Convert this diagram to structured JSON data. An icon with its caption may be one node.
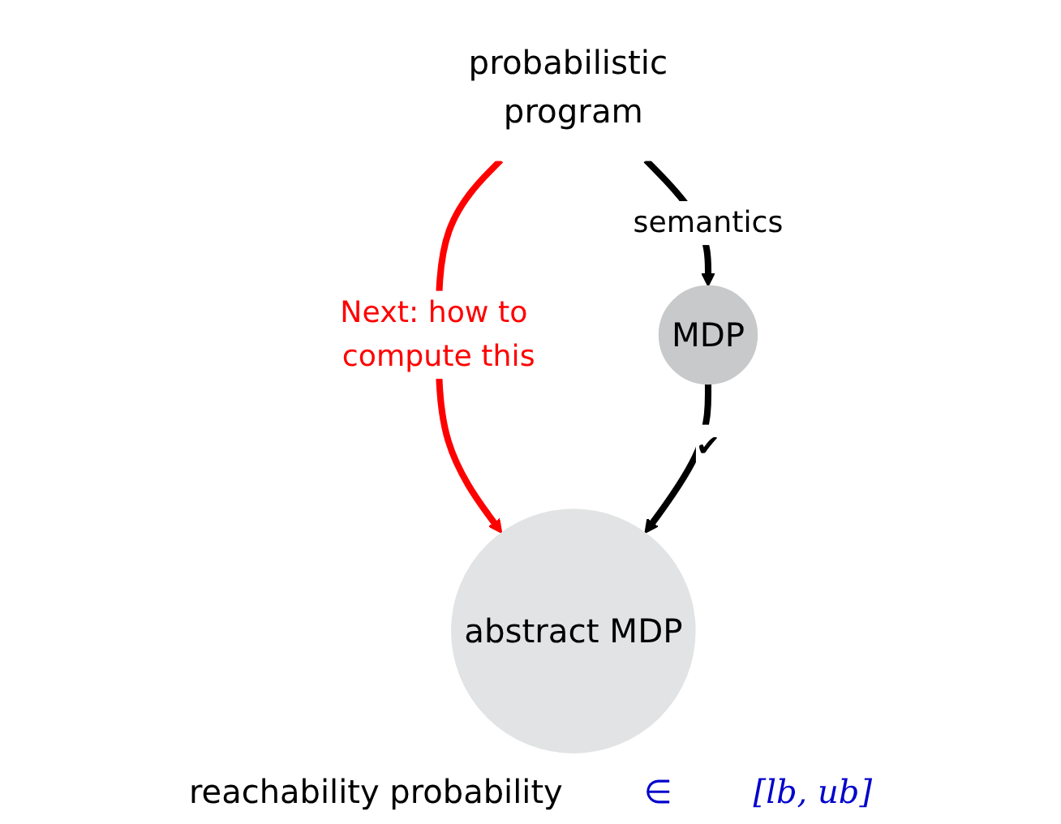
{
  "diagram": {
    "nodes": [
      {
        "text": [
          "probabilistic program"
        ]
      },
      {
        "text": [
          "MDP"
        ]
      },
      {
        "text": [
          "abstract MDP"
        ]
      }
    ],
    "edges": [
      {
        "from": 0,
        "to": 1,
        "arrow": "to",
        "label": "semantics"
      },
      {
        "from": 0,
        "to": 2,
        "arrow": "to",
        "label": "Next: how to compute this",
        "color": "#ff0000"
      },
      {
        "from": 1,
        "to": 2,
        "arrow": "to",
        "label": "✔"
      }
    ],
    "labels": [
      "reachability probability",
      "∈",
      "[lb, ub]"
    ]
  }
}
